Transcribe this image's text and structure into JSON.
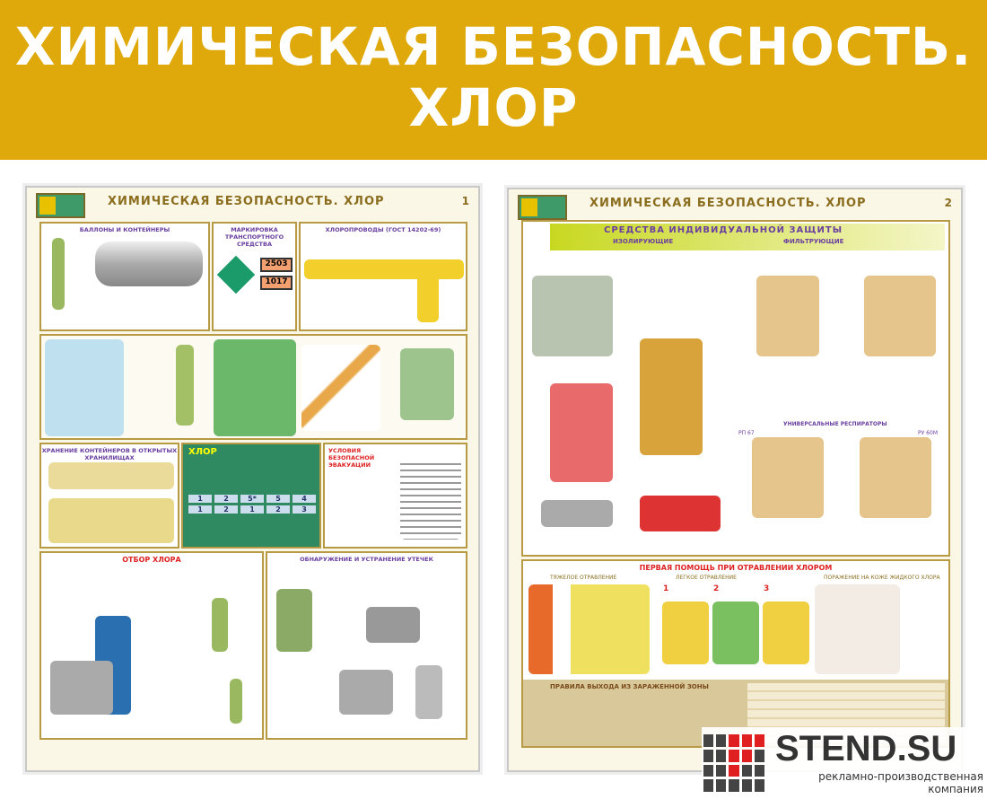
{
  "header": {
    "line1": "ХИМИЧЕСКАЯ БЕЗОПАСНОСТЬ.",
    "line2": "ХЛОР"
  },
  "poster1": {
    "title": "ХИМИЧЕСКАЯ БЕЗОПАСНОСТЬ. ХЛОР",
    "number": "1",
    "sections": {
      "cylinders": "БАЛЛОНЫ И КОНТЕЙНЕРЫ",
      "marking": "МАРКИРОВКА ТРАНСПОРТНОГО СРЕДСТВА",
      "placard_top": "2503",
      "placard_bottom": "1017",
      "pipelines": "ХЛОРОПРОВОДЫ (ГОСТ 14202-69)",
      "storage": "ХРАНЕНИЕ КОНТЕЙНЕРОВ В ОТКРЫТЫХ ХРАНИЛИЩАХ",
      "chlorine": "ХЛОР",
      "conditions": "УСЛОВИЯ БЕЗОПАСНОЙ ЭВАКУАЦИИ",
      "sampling": "ОТБОР ХЛОРА",
      "leaks": "ОБНАРУЖЕНИЕ И УСТРАНЕНИЕ УТЕЧЕК",
      "grid_values": [
        "1",
        "2",
        "5*",
        "5",
        "4",
        "1",
        "2",
        "1",
        "2",
        "3"
      ]
    }
  },
  "poster2": {
    "title": "ХИМИЧЕСКАЯ БЕЗОПАСНОСТЬ. ХЛОР",
    "number": "2",
    "sections": {
      "ppe": "СРЕДСТВА ИНДИВИДУАЛЬНОЙ ЗАЩИТЫ",
      "isolating": "ИЗОЛИРУЮЩИЕ",
      "filtering": "ФИЛЬТРУЮЩИЕ",
      "universal": "УНИВЕРСАЛЬНЫЕ РЕСПИРАТОРЫ",
      "rp": "РП 67",
      "ru": "РУ 60М",
      "first_aid": "ПЕРВАЯ ПОМОЩЬ ПРИ ОТРАВЛЕНИИ ХЛОРОМ",
      "severe": "ТЯЖЕЛОЕ ОТРАВЛЕНИЕ",
      "light": "ЛЕГКОЕ ОТРАВЛЕНИЕ",
      "skin": "ПОРАЖЕНИЕ НА КОЖЕ ЖИДКОГО ХЛОРА",
      "exit_rules": "ПРАВИЛА ВЫХОДА ИЗ ЗАРАЖЕННОЙ ЗОНЫ",
      "step1": "1",
      "step2": "2",
      "step3": "3"
    }
  },
  "logo": {
    "brand": "STEND.SU",
    "tagline": "рекламно-производственная компания"
  }
}
